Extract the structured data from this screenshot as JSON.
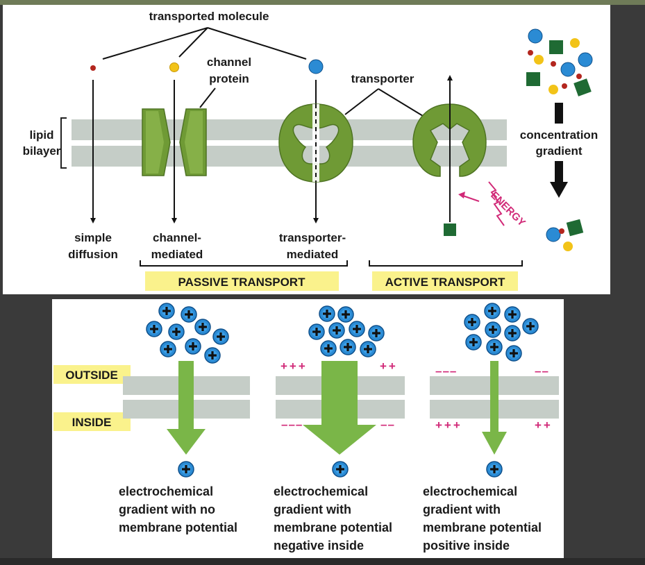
{
  "top_diagram": {
    "transported_molecule_label": "transported molecule",
    "channel_protein_line1": "channel",
    "channel_protein_line2": "protein",
    "transporter_label": "transporter",
    "lipid_bilayer_line1": "lipid",
    "lipid_bilayer_line2": "bilayer",
    "simple_diffusion_line1": "simple",
    "simple_diffusion_line2": "diffusion",
    "channel_mediated_line1": "channel-",
    "channel_mediated_line2": "mediated",
    "transporter_mediated_line1": "transporter-",
    "transporter_mediated_line2": "mediated",
    "passive_transport": "PASSIVE TRANSPORT",
    "active_transport": "ACTIVE TRANSPORT",
    "energy": "ENERGY",
    "concentration_gradient_line1": "concentration",
    "concentration_gradient_line2": "gradient"
  },
  "bottom_diagram": {
    "outside_label": "OUTSIDE",
    "inside_label": "INSIDE",
    "panels": [
      {
        "line1": "electrochemical",
        "line2": "gradient with no",
        "line3": "membrane potential",
        "line4": "",
        "top_left_charge": "",
        "top_right_charge": "",
        "bottom_left_charge": "",
        "bottom_right_charge": ""
      },
      {
        "line1": "electrochemical",
        "line2": "gradient with",
        "line3": "membrane potential",
        "line4": "negative inside",
        "top_left_charge": "+++",
        "top_right_charge": "++",
        "bottom_left_charge": "–––",
        "bottom_right_charge": "––"
      },
      {
        "line1": "electrochemical",
        "line2": "gradient with",
        "line3": "membrane potential",
        "line4": "positive inside",
        "top_left_charge": "–––",
        "top_right_charge": "––",
        "bottom_left_charge": "+++",
        "bottom_right_charge": "++"
      }
    ],
    "ion_symbol": "+"
  },
  "colors": {
    "membrane": "#c5cdc7",
    "protein_green": "#6f9a35",
    "arrow_green": "#7ab648",
    "label_yellow": "#faf28c",
    "charge_pink": "#d12a78",
    "ion_blue": "#2b8bd4",
    "molecule_red": "#b3261e",
    "molecule_yellow": "#f2c318",
    "molecule_green": "#1f6a33"
  }
}
